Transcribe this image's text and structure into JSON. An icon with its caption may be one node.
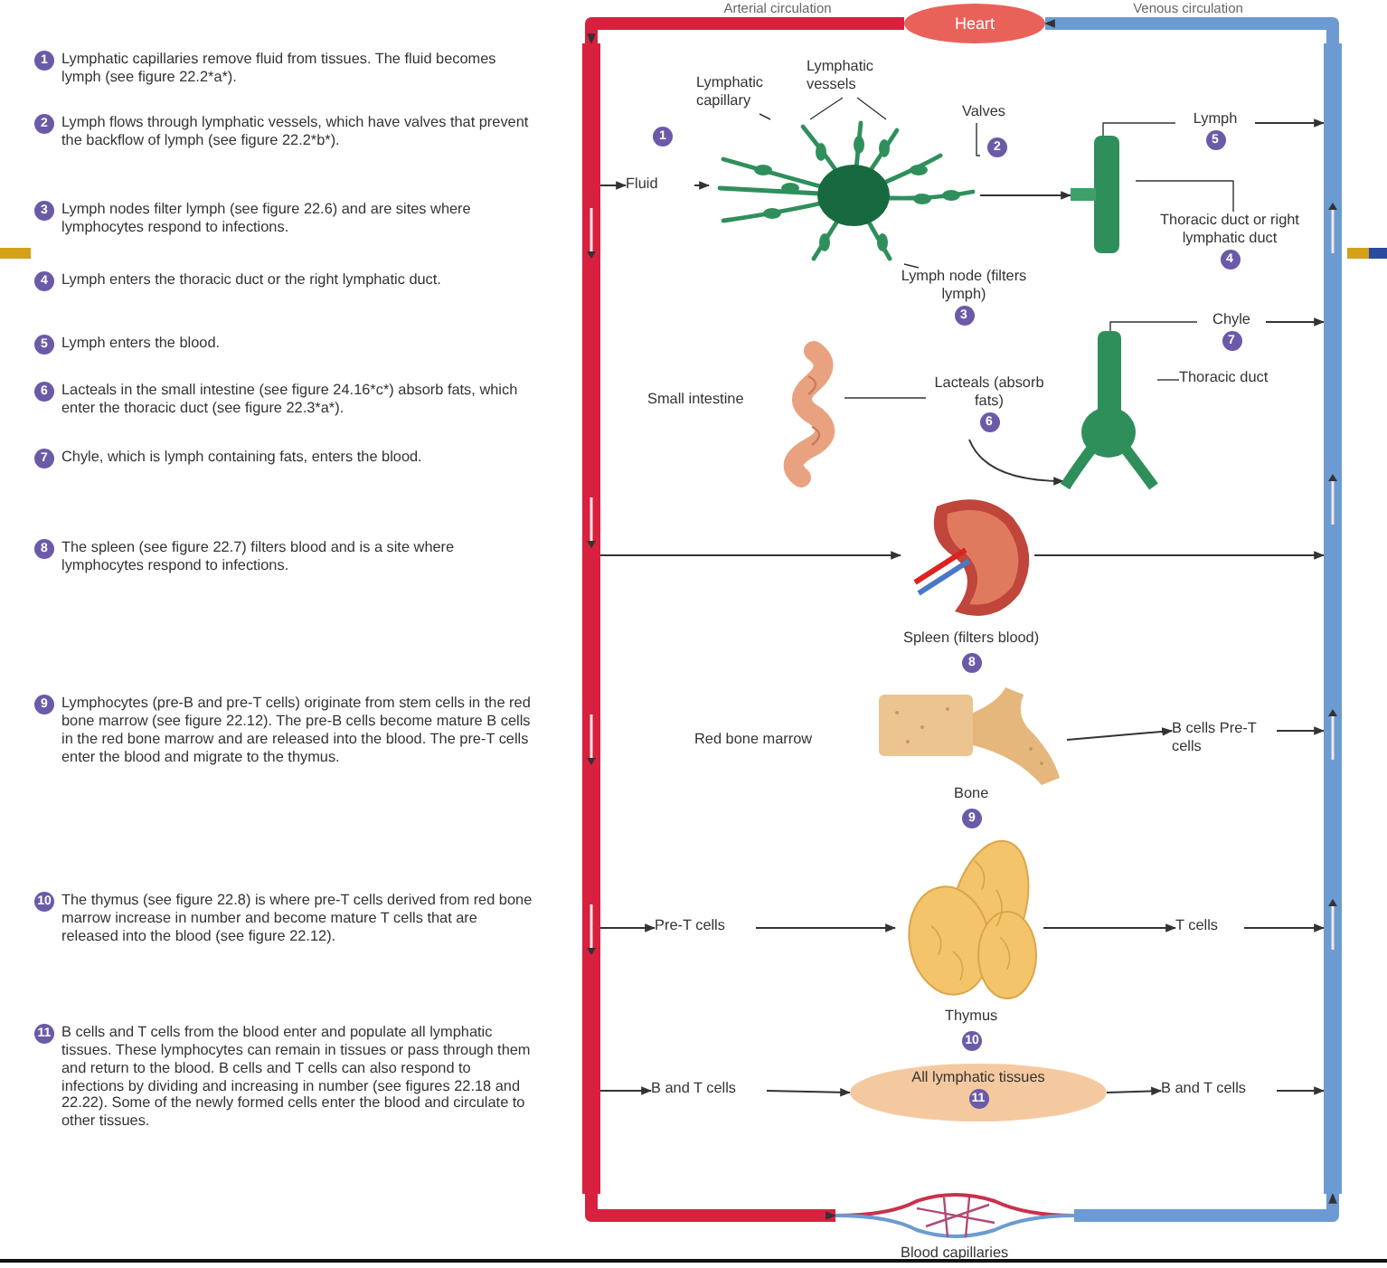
{
  "diagram": {
    "nodes": [
      {
        "text": [
          "Heart"
        ]
      },
      {
        "text": [],
        "shape": "bar"
      },
      {
        "text": [],
        "shape": "bar"
      },
      {
        "text": [
          "Fluid"
        ]
      },
      {
        "text": [],
        "shape": "picture"
      },
      {
        "text": [
          "Lymphatic capillary"
        ]
      },
      {
        "text": [
          "Lymphatic vessels"
        ]
      },
      {
        "text": [
          "Valves"
        ]
      },
      {
        "text": [
          "Lymph node (filters lymph)",
          "3"
        ]
      },
      {
        "text": [],
        "shape": "cylinder"
      },
      {
        "text": [
          "Lymph",
          "5"
        ]
      },
      {
        "text": [
          "Thoracic duct or right lymphatic duct",
          "4"
        ]
      },
      {
        "text": [],
        "shape": "picture"
      },
      {
        "text": [
          "Lacteals (absorb fats)",
          "6"
        ]
      },
      {
        "text": [],
        "shape": "picture"
      },
      {
        "text": [
          "Chyle",
          "7"
        ]
      },
      {
        "text": [
          "Thoracic duct"
        ]
      },
      {
        "text": [],
        "shape": "picture",
        "beside": [
          "Spleen (filters blood)"
        ]
      },
      {
        "text": [],
        "shape": "picture",
        "beside": [
          "Bone"
        ]
      },
      {
        "text": [
          "B cells Pre-T cells"
        ]
      },
      {
        "text": [
          "Pre-T cells"
        ]
      },
      {
        "text": [],
        "shape": "cloud",
        "beside": [
          "Thymus"
        ]
      },
      {
        "text": [
          "T cells"
        ]
      },
      {
        "text": [
          "B and T cells"
        ]
      },
      {
        "text": [
          "All lymphatic tissues",
          "11"
        ]
      },
      {
        "text": [
          "B and T cells"
        ]
      },
      {
        "text": [],
        "shape": "picture",
        "beside": [
          "Blood capillaries"
        ]
      },
      {
        "text": [
          "1"
        ],
        "beside": [
          "Lymphatic capillaries remove fluid from tissues. The fluid becomes lymph (see figure 22.2*a*)."
        ]
      },
      {
        "text": [
          "2"
        ],
        "beside": [
          "Lymph flows through lymphatic vessels, which have valves that prevent the backflow of lymph (see figure 22.2*b*)."
        ]
      },
      {
        "text": [
          "3"
        ],
        "beside": [
          "Lymph nodes filter lymph (see figure 22.6) and are sites where lymphocytes respond to infections."
        ]
      },
      {
        "text": [
          "4"
        ],
        "beside": [
          "Lymph enters the thoracic duct or the right lymphatic duct."
        ]
      },
      {
        "text": [
          "5"
        ],
        "beside": [
          "Lymph enters the blood."
        ]
      },
      {
        "text": [
          "6"
        ],
        "beside": [
          "Lacteals in the small intestine (see figure 24.16*c*) absorb fats, which enter the thoracic duct (see figure 22.3*a*)."
        ]
      },
      {
        "text": [
          "7"
        ],
        "beside": [
          "Chyle, which is lymph containing fats, enters the blood."
        ]
      },
      {
        "text": [
          "8"
        ],
        "beside": [
          "The spleen (see figure 22.7) filters blood and is a site where lymphocytes respond to infections."
        ]
      },
      {
        "text": [
          "9"
        ],
        "beside": [
          "Lymphocytes (pre-B and pre-T cells) originate from stem cells in the red bone marrow (see figure 22.12). The pre-B cells become mature B cells in the red bone marrow and are released into the blood. The pre-T cells enter the blood and migrate to the thymus."
        ]
      },
      {
        "text": [
          "10"
        ],
        "beside": [
          "The thymus (see figure 22.8) is where pre-T cells derived from red bone marrow increase in number and become mature T cells that are released into the blood (see figure 22.12)."
        ]
      },
      {
        "text": [
          "11"
        ],
        "beside": [
          "B cells and T cells from the blood enter and populate all lymphatic tissues. These lymphocytes can remain in tissues or pass through them and return to the blood. B cells and T cells can also respond to infections by dividing and increasing in number (see figures 22.18 and 22.22). Some of the newly formed cells enter the blood and circulate to other tissues."
        ]
      },
      {
        "text": [
          "1"
        ]
      },
      {
        "text": [
          "2"
        ]
      },
      {
        "text": [
          "8"
        ]
      },
      {
        "text": [
          "9"
        ]
      },
      {
        "text": [
          "10"
        ]
      }
    ],
    "edges": [
      {
        "from": 0,
        "to": 1,
        "arrow": "to",
        "style": "thick",
        "color": "#d8203f"
      },
      {
        "from": 1,
        "to": 26,
        "arrow": "to",
        "style": "thick",
        "color": "#d8203f"
      },
      {
        "from": 26,
        "to": 2,
        "arrow": "to",
        "style": "thick",
        "color": "#6b9bd2"
      },
      {
        "from": 2,
        "to": 0,
        "arrow": "to",
        "style": "thick",
        "color": "#6b9bd2"
      },
      {
        "from": 1,
        "to": 3,
        "arrow": "to"
      },
      {
        "from": 3,
        "to": 4,
        "arrow": "to"
      },
      {
        "from": 5,
        "to": 4,
        "arrow": "none"
      },
      {
        "from": 6,
        "to": 4,
        "arrow": "none"
      },
      {
        "from": 6,
        "to": 4,
        "arrow": "none"
      },
      {
        "from": 7,
        "to": 4,
        "arrow": "none"
      },
      {
        "from": 8,
        "to": 4,
        "arrow": "none"
      },
      {
        "from": 4,
        "to": 9,
        "arrow": "to"
      },
      {
        "from": 9,
        "to": 10,
        "arrow": "none"
      },
      {
        "from": 10,
        "to": 2,
        "arrow": "to"
      },
      {
        "from": 11,
        "to": 9,
        "arrow": "none"
      },
      {
        "from": 13,
        "to": 12,
        "arrow": "none"
      },
      {
        "from": 13,
        "to": 14,
        "arrow": "to"
      },
      {
        "from": 14,
        "to": 15,
        "arrow": "none"
      },
      {
        "from": 15,
        "to": 2,
        "arrow": "to"
      },
      {
        "from": 16,
        "to": 14,
        "arrow": "none"
      },
      {
        "from": 1,
        "to": 17,
        "arrow": "to"
      },
      {
        "from": 17,
        "to": 2,
        "arrow": "to"
      },
      {
        "from": 18,
        "to": 19,
        "arrow": "to"
      },
      {
        "from": 19,
        "to": 2,
        "arrow": "to"
      },
      {
        "from": 1,
        "to": 20,
        "arrow": "to"
      },
      {
        "from": 20,
        "to": 21,
        "arrow": "to"
      },
      {
        "from": 21,
        "to": 22,
        "arrow": "to"
      },
      {
        "from": 22,
        "to": 2,
        "arrow": "to"
      },
      {
        "from": 1,
        "to": 23,
        "arrow": "to"
      },
      {
        "from": 23,
        "to": 24,
        "arrow": "to"
      },
      {
        "from": 24,
        "to": 25,
        "arrow": "to"
      },
      {
        "from": 25,
        "to": 2,
        "arrow": "to"
      }
    ],
    "labels": [
      "Arterial circulation",
      "Venous circulation",
      "Small intestine",
      "Red bone marrow"
    ]
  }
}
